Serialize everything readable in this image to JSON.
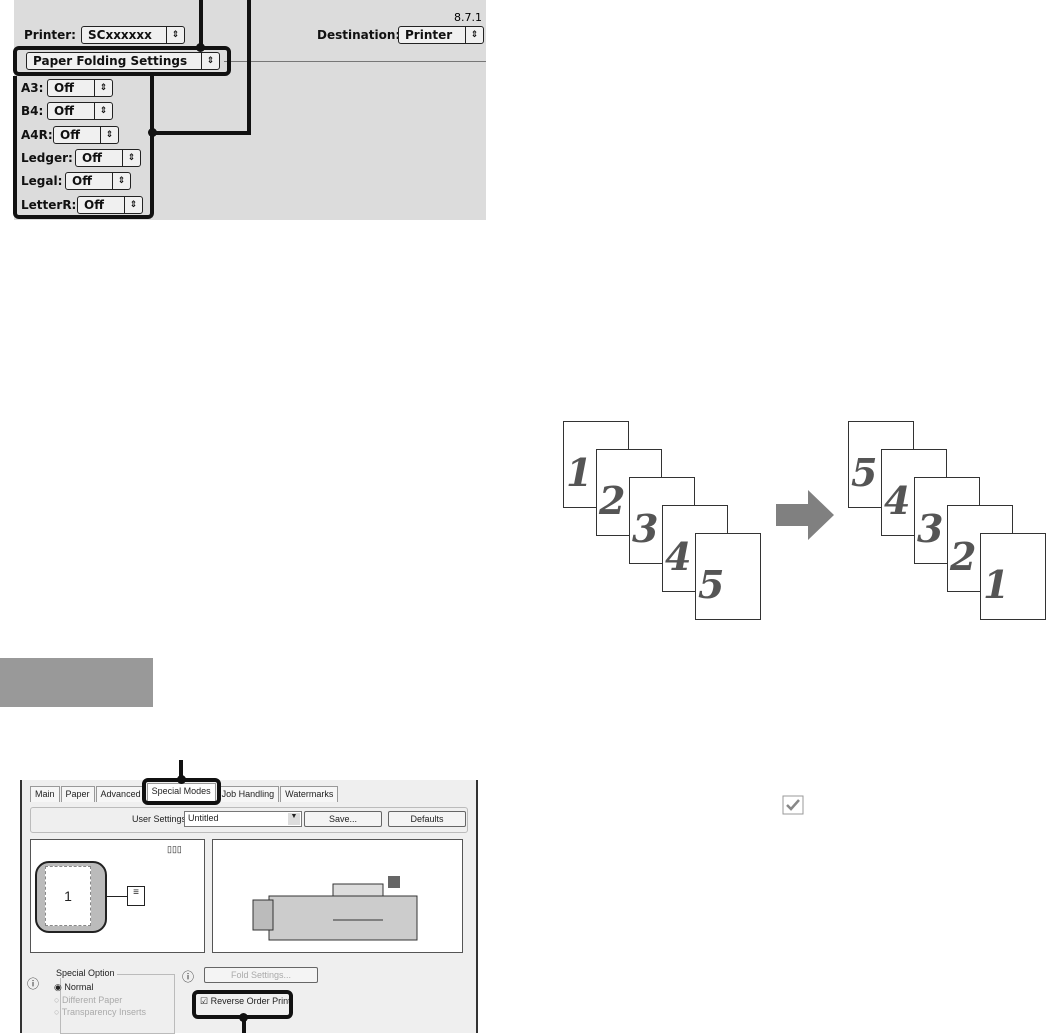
{
  "mac_dialog": {
    "version": "8.7.1",
    "printer_label": "Printer:",
    "printer_value": "SCxxxxxx",
    "destination_label": "Destination:",
    "destination_value": "Printer",
    "panel_menu": "Paper Folding Settings",
    "rows": [
      {
        "label": "A3:",
        "value": "Off"
      },
      {
        "label": "B4:",
        "value": "Off"
      },
      {
        "label": "A4R:",
        "value": "Off"
      },
      {
        "label": "Ledger:",
        "value": "Off"
      },
      {
        "label": "Legal:",
        "value": "Off"
      },
      {
        "label": "LetterR:",
        "value": "Off"
      }
    ],
    "updown_glyph": "⇕"
  },
  "diagram": {
    "before": [
      "1",
      "2",
      "3",
      "4",
      "5"
    ],
    "after": [
      "5",
      "4",
      "3",
      "2",
      "1"
    ]
  },
  "win_dialog": {
    "tabs": [
      "Main",
      "Paper",
      "Advanced",
      "Special Modes",
      "Job Handling",
      "Watermarks"
    ],
    "user_settings_label": "User Settings:",
    "user_settings_value": "Untitled",
    "save_button": "Save...",
    "defaults_button": "Defaults",
    "preview_page": "1",
    "special_option_label": "Special Option",
    "options": [
      "Normal",
      "Different Paper",
      "Transparency Inserts"
    ],
    "fold_settings_button": "Fold Settings...",
    "reverse_order_label": "Reverse Order Print",
    "reverse_order_checked": true
  },
  "colors": {
    "step_box": "#999999",
    "mac_bg": "#dcdcdc",
    "win_bg": "#efefef"
  }
}
